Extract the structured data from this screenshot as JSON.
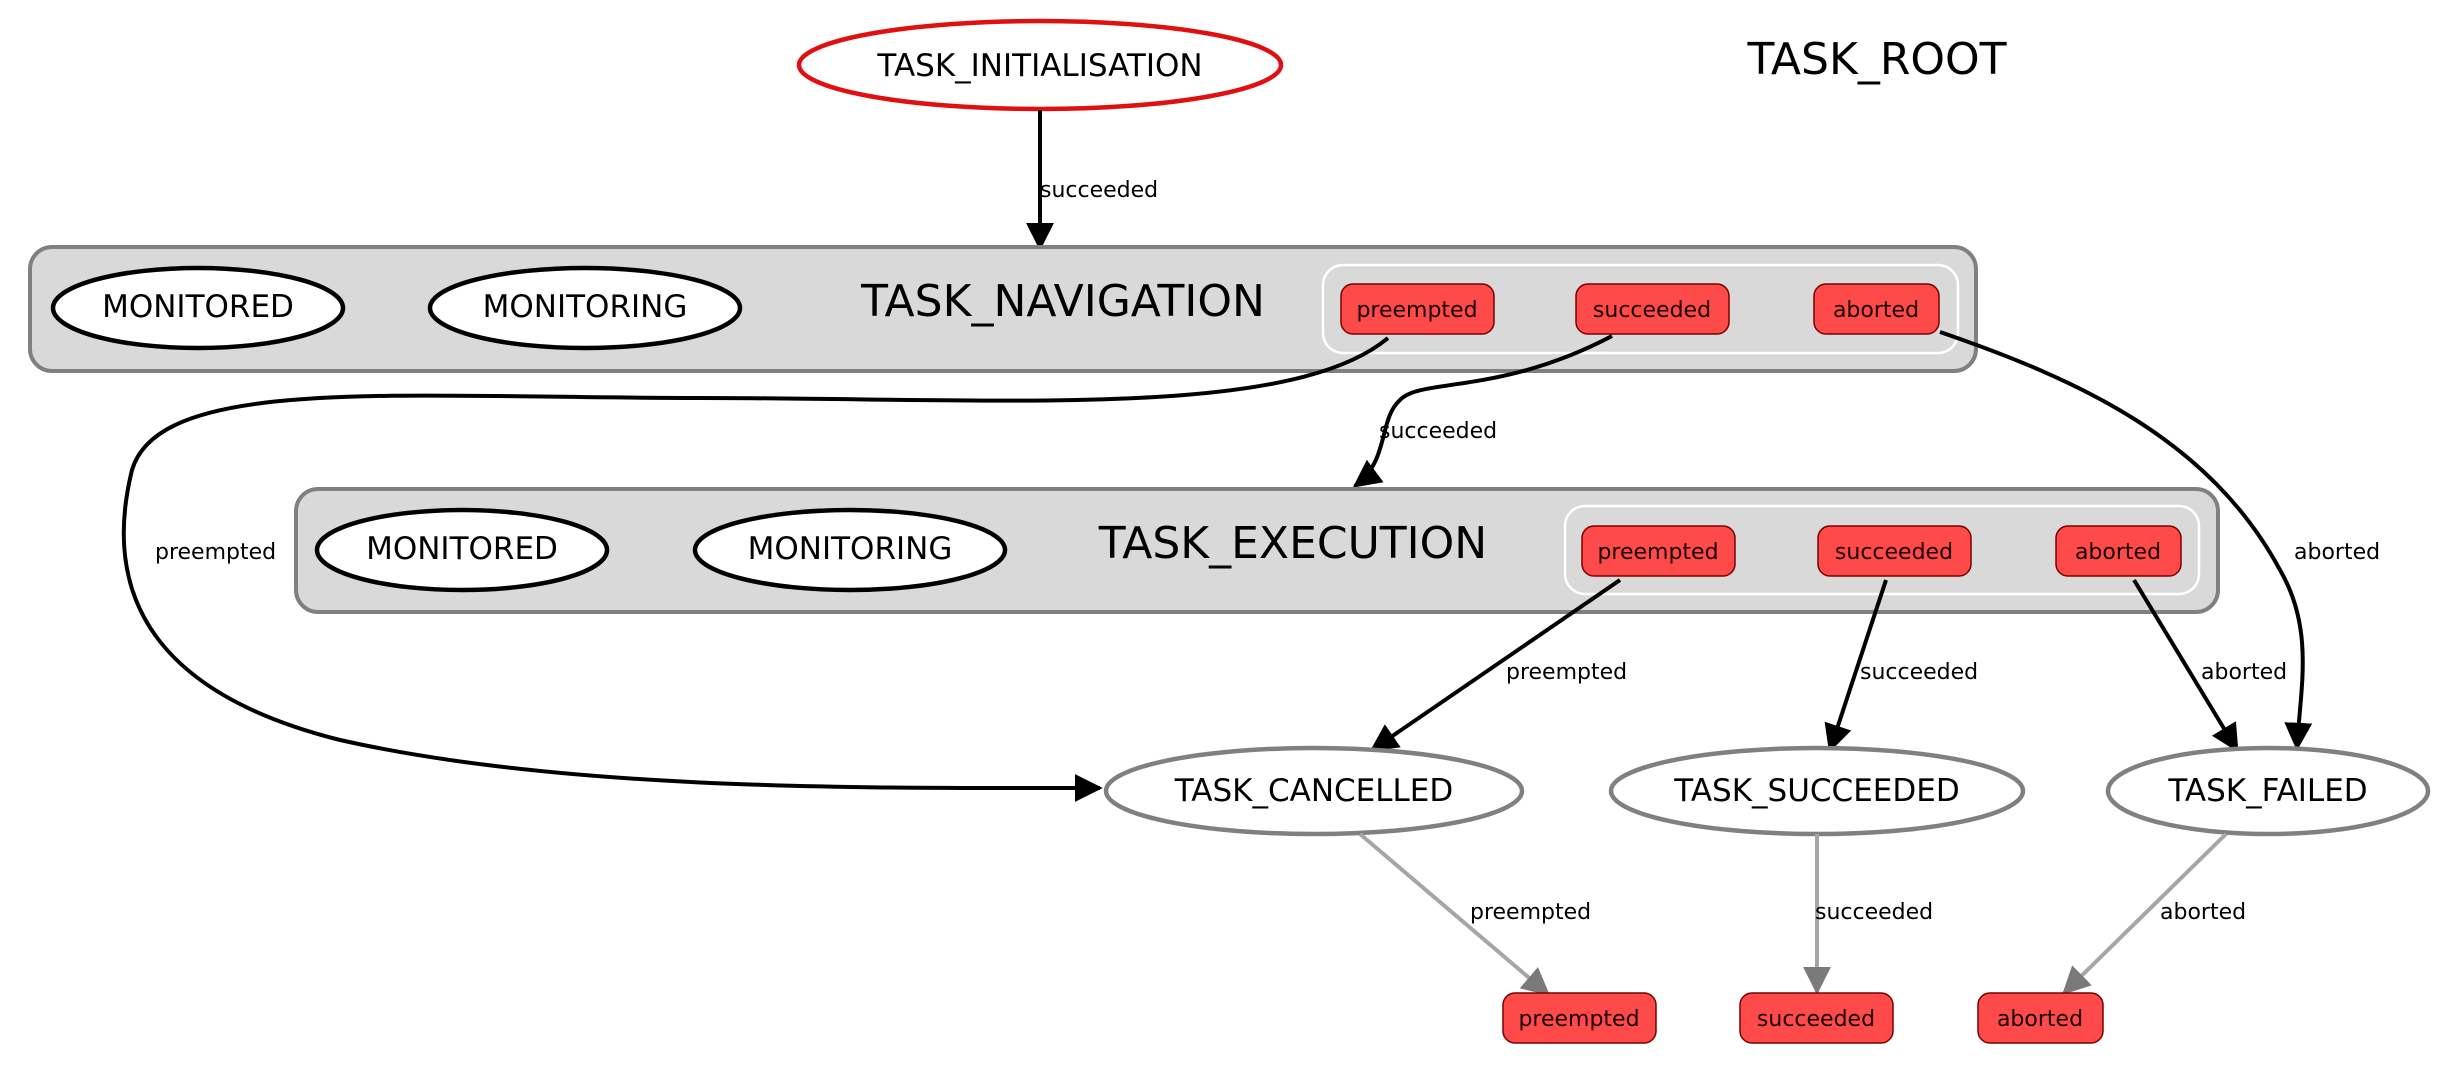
{
  "diagram": {
    "root_label": "TASK_ROOT",
    "initial_state": "TASK_INITIALISATION",
    "containers": [
      {
        "id": "navigation",
        "label": "TASK_NAVIGATION",
        "children": [
          "MONITORED",
          "MONITORING"
        ],
        "outcomes": [
          "preempted",
          "succeeded",
          "aborted"
        ]
      },
      {
        "id": "execution",
        "label": "TASK_EXECUTION",
        "children": [
          "MONITORED",
          "MONITORING"
        ],
        "outcomes": [
          "preempted",
          "succeeded",
          "aborted"
        ]
      }
    ],
    "terminal_states": [
      "TASK_CANCELLED",
      "TASK_SUCCEEDED",
      "TASK_FAILED"
    ],
    "final_outcomes": [
      "preempted",
      "succeeded",
      "aborted"
    ],
    "edges": [
      {
        "from": "TASK_INITIALISATION",
        "to": "TASK_NAVIGATION",
        "label": "succeeded"
      },
      {
        "from": "TASK_NAVIGATION.succeeded",
        "to": "TASK_EXECUTION",
        "label": "succeeded"
      },
      {
        "from": "TASK_NAVIGATION.preempted",
        "to": "TASK_CANCELLED",
        "label": "preempted"
      },
      {
        "from": "TASK_NAVIGATION.aborted",
        "to": "TASK_FAILED",
        "label": "aborted"
      },
      {
        "from": "TASK_EXECUTION.preempted",
        "to": "TASK_CANCELLED",
        "label": "preempted"
      },
      {
        "from": "TASK_EXECUTION.succeeded",
        "to": "TASK_SUCCEEDED",
        "label": "succeeded"
      },
      {
        "from": "TASK_EXECUTION.aborted",
        "to": "TASK_FAILED",
        "label": "aborted"
      },
      {
        "from": "TASK_CANCELLED",
        "to": "final.preempted",
        "label": "preempted"
      },
      {
        "from": "TASK_SUCCEEDED",
        "to": "final.succeeded",
        "label": "succeeded"
      },
      {
        "from": "TASK_FAILED",
        "to": "final.aborted",
        "label": "aborted"
      }
    ],
    "colors": {
      "active_state_border": "#e01010",
      "outcome_fill": "#ff4a4a",
      "container_fill": "#d9d9d9",
      "container_border": "#808080",
      "inactive_edge": "#a6a6a6"
    }
  }
}
